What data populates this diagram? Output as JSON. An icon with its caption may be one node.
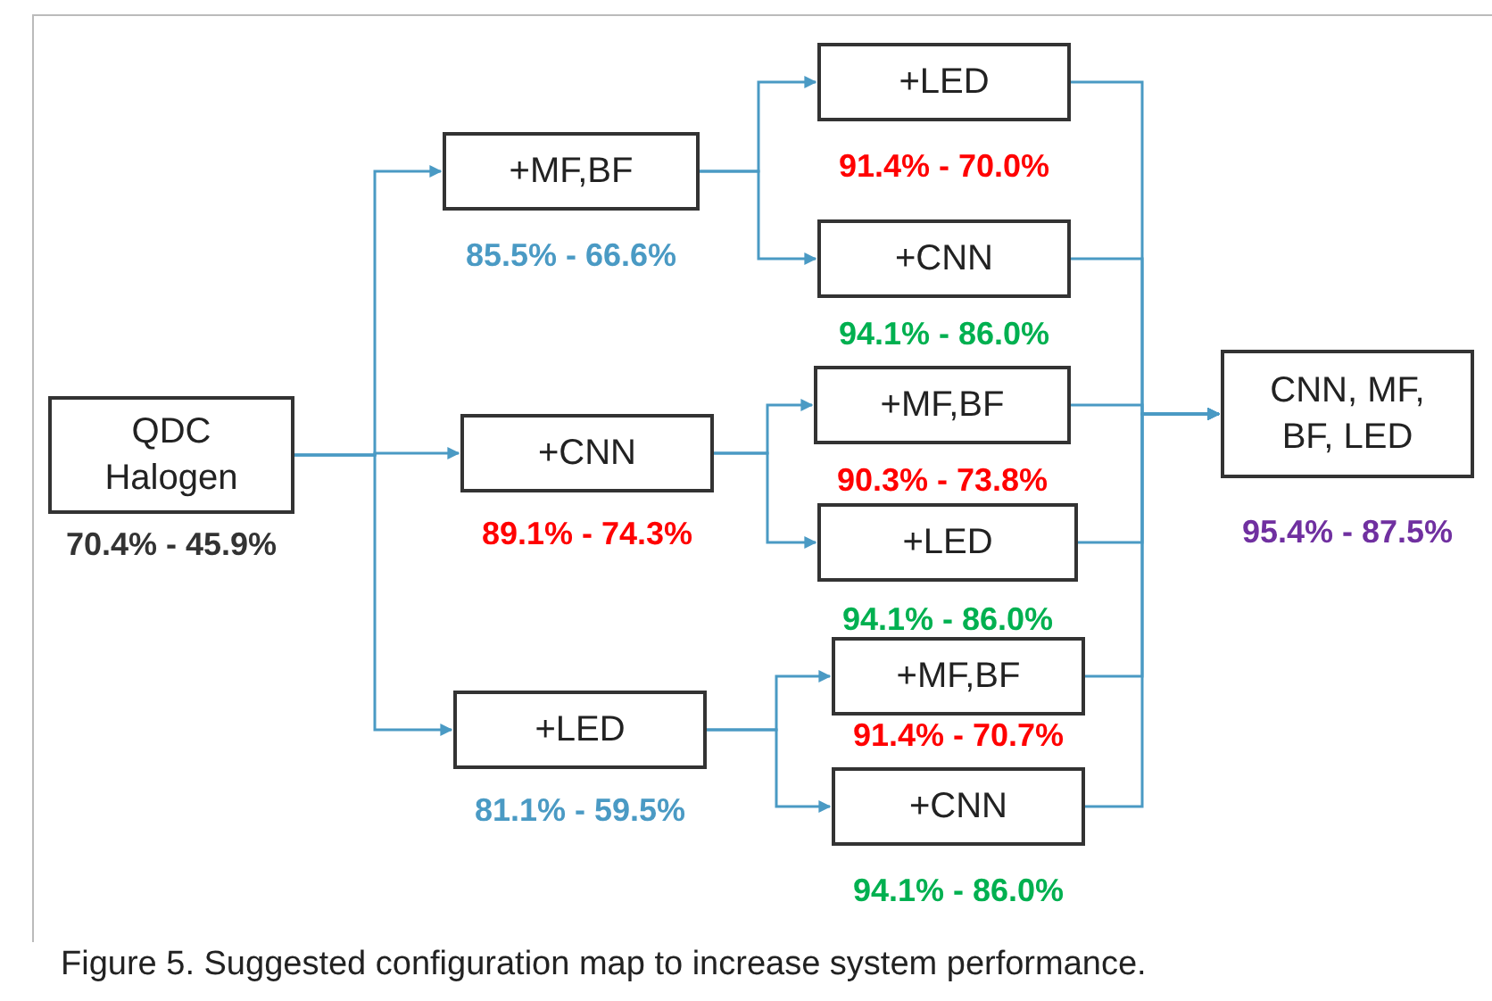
{
  "diagram": {
    "caption": "Figure 5. Suggested configuration map to increase system performance.",
    "nodes": [
      {
        "text": [
          "QDC Halogen"
        ],
        "beside": [
          "70.4% - 45.9%"
        ]
      },
      {
        "text": [
          "+MF,BF"
        ],
        "beside": [
          "85.5% - 66.6%"
        ]
      },
      {
        "text": [
          "+CNN"
        ],
        "beside": [
          "89.1% - 74.3%"
        ]
      },
      {
        "text": [
          "+LED"
        ],
        "beside": [
          "81.1% - 59.5%"
        ]
      },
      {
        "text": [
          "+LED"
        ],
        "beside": [
          "91.4% - 70.0%"
        ]
      },
      {
        "text": [
          "+CNN"
        ],
        "beside": [
          "94.1% - 86.0%"
        ]
      },
      {
        "text": [
          "+MF,BF"
        ],
        "beside": [
          "90.3% - 73.8%"
        ]
      },
      {
        "text": [
          "+LED"
        ],
        "beside": [
          "94.1% - 86.0%"
        ]
      },
      {
        "text": [
          "+MF,BF"
        ],
        "beside": [
          "91.4% - 70.7%"
        ]
      },
      {
        "text": [
          "+CNN"
        ],
        "beside": [
          "94.1% - 86.0%"
        ]
      },
      {
        "text": [
          "CNN, MF, BF, LED"
        ],
        "beside": [
          "95.4% - 87.5%"
        ]
      }
    ],
    "edges": [
      {
        "from": 0,
        "to": 1,
        "arrow": "to"
      },
      {
        "from": 0,
        "to": 2,
        "arrow": "to"
      },
      {
        "from": 0,
        "to": 3,
        "arrow": "to"
      },
      {
        "from": 1,
        "to": 4,
        "arrow": "to"
      },
      {
        "from": 1,
        "to": 5,
        "arrow": "to"
      },
      {
        "from": 2,
        "to": 6,
        "arrow": "to"
      },
      {
        "from": 2,
        "to": 7,
        "arrow": "to"
      },
      {
        "from": 3,
        "to": 8,
        "arrow": "to"
      },
      {
        "from": 3,
        "to": 9,
        "arrow": "to"
      },
      {
        "from": 4,
        "to": 10,
        "arrow": "to"
      },
      {
        "from": 5,
        "to": 10,
        "arrow": "to"
      },
      {
        "from": 6,
        "to": 10,
        "arrow": "to"
      },
      {
        "from": 7,
        "to": 10,
        "arrow": "to"
      },
      {
        "from": 8,
        "to": 10,
        "arrow": "to"
      },
      {
        "from": 9,
        "to": 10,
        "arrow": "to"
      }
    ]
  }
}
